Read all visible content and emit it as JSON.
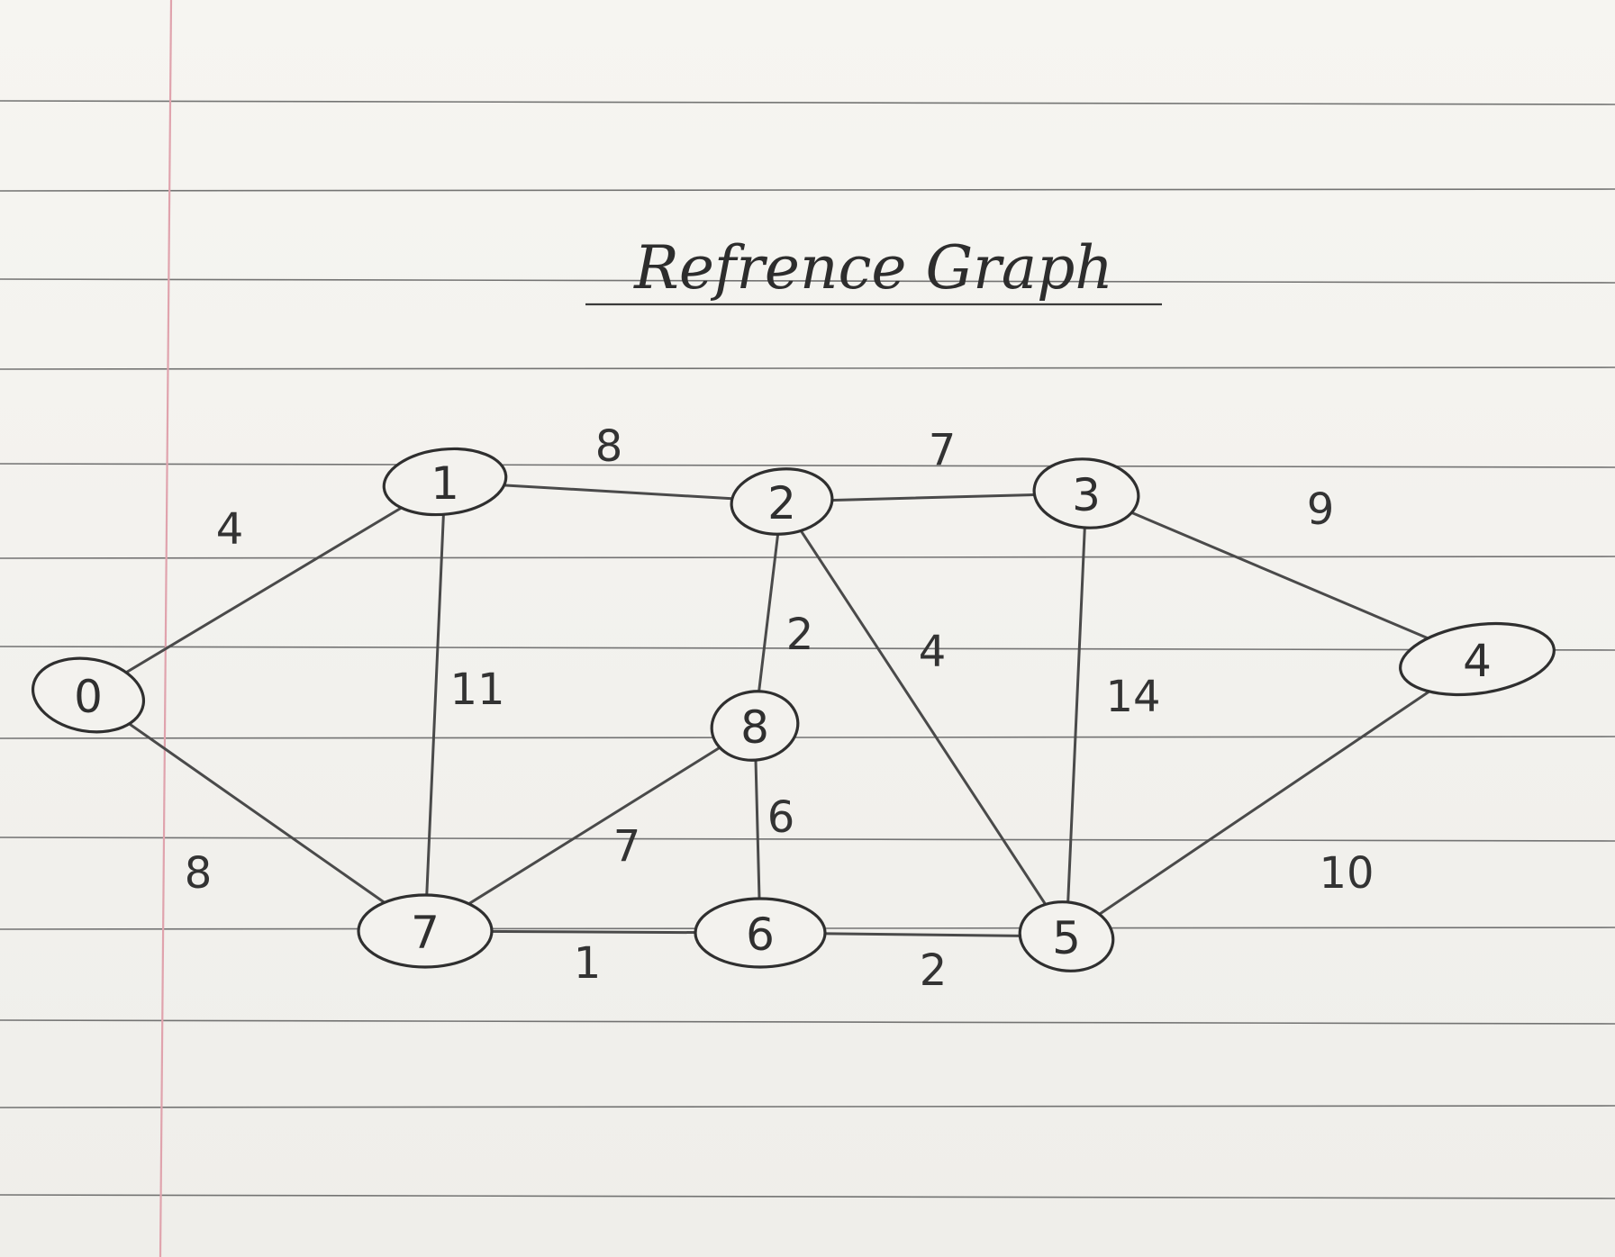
{
  "title": "Refrence Graph",
  "nodes": [
    {
      "id": "0",
      "label": "0"
    },
    {
      "id": "1",
      "label": "1"
    },
    {
      "id": "2",
      "label": "2"
    },
    {
      "id": "3",
      "label": "3"
    },
    {
      "id": "4",
      "label": "4"
    },
    {
      "id": "5",
      "label": "5"
    },
    {
      "id": "6",
      "label": "6"
    },
    {
      "id": "7",
      "label": "7"
    },
    {
      "id": "8",
      "label": "8"
    }
  ],
  "edges": [
    {
      "from": "0",
      "to": "1",
      "weight": "4"
    },
    {
      "from": "0",
      "to": "7",
      "weight": "8"
    },
    {
      "from": "1",
      "to": "2",
      "weight": "8"
    },
    {
      "from": "1",
      "to": "7",
      "weight": "11"
    },
    {
      "from": "2",
      "to": "3",
      "weight": "7"
    },
    {
      "from": "2",
      "to": "8",
      "weight": "2"
    },
    {
      "from": "2",
      "to": "5",
      "weight": "4"
    },
    {
      "from": "3",
      "to": "4",
      "weight": "9"
    },
    {
      "from": "3",
      "to": "5",
      "weight": "14"
    },
    {
      "from": "4",
      "to": "5",
      "weight": "10"
    },
    {
      "from": "5",
      "to": "6",
      "weight": "2"
    },
    {
      "from": "6",
      "to": "7",
      "weight": "1"
    },
    {
      "from": "6",
      "to": "8",
      "weight": "6"
    },
    {
      "from": "7",
      "to": "8",
      "weight": "7"
    }
  ]
}
